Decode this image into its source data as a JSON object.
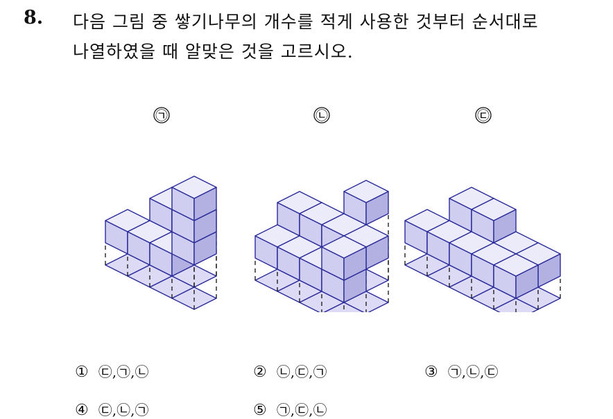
{
  "question": {
    "number": "8.",
    "line1": "다음 그림 중 쌓기나무의 개수를 적게 사용한 것부터 순서대로",
    "line2": "나열하였을 때 알맞은 것을 고르시오."
  },
  "figures": [
    {
      "label": "㉠",
      "blocks": [
        [
          0,
          0,
          1
        ],
        [
          1,
          0,
          1
        ],
        [
          2,
          0,
          1
        ],
        [
          1,
          1,
          2
        ],
        [
          2,
          1,
          2
        ],
        [
          3,
          0,
          2
        ],
        [
          3,
          0,
          3
        ],
        [
          3,
          0,
          4
        ]
      ]
    },
    {
      "label": "㉡",
      "blocks": [
        [
          0,
          0,
          1
        ],
        [
          1,
          0,
          1
        ],
        [
          2,
          0,
          1
        ],
        [
          2,
          1,
          2
        ],
        [
          1,
          1,
          2
        ],
        [
          0,
          1,
          2
        ],
        [
          3,
          0,
          1
        ],
        [
          3,
          0,
          2
        ],
        [
          3,
          1,
          2
        ],
        [
          2,
          2,
          3
        ]
      ]
    },
    {
      "label": "㉢",
      "blocks": [
        [
          0,
          0,
          1
        ],
        [
          1,
          0,
          1
        ],
        [
          2,
          0,
          1
        ],
        [
          1,
          1,
          2
        ],
        [
          2,
          1,
          2
        ],
        [
          3,
          0,
          1
        ],
        [
          3,
          1,
          1
        ],
        [
          4,
          0,
          1
        ],
        [
          4,
          1,
          1
        ]
      ]
    }
  ],
  "options": [
    {
      "num": "①",
      "text": "㉢,㉠,㉡"
    },
    {
      "num": "②",
      "text": "㉡,㉢,㉠"
    },
    {
      "num": "③",
      "text": "㉠,㉡,㉢"
    },
    {
      "num": "④",
      "text": "㉢,㉡,㉠"
    },
    {
      "num": "⑤",
      "text": "㉠,㉢,㉡"
    }
  ],
  "colors": {
    "stroke": "#2a2a9a",
    "top": "#ecebfa",
    "left": "#cfcdf0",
    "right": "#b3b0e2",
    "base": "#dcdaf4"
  }
}
